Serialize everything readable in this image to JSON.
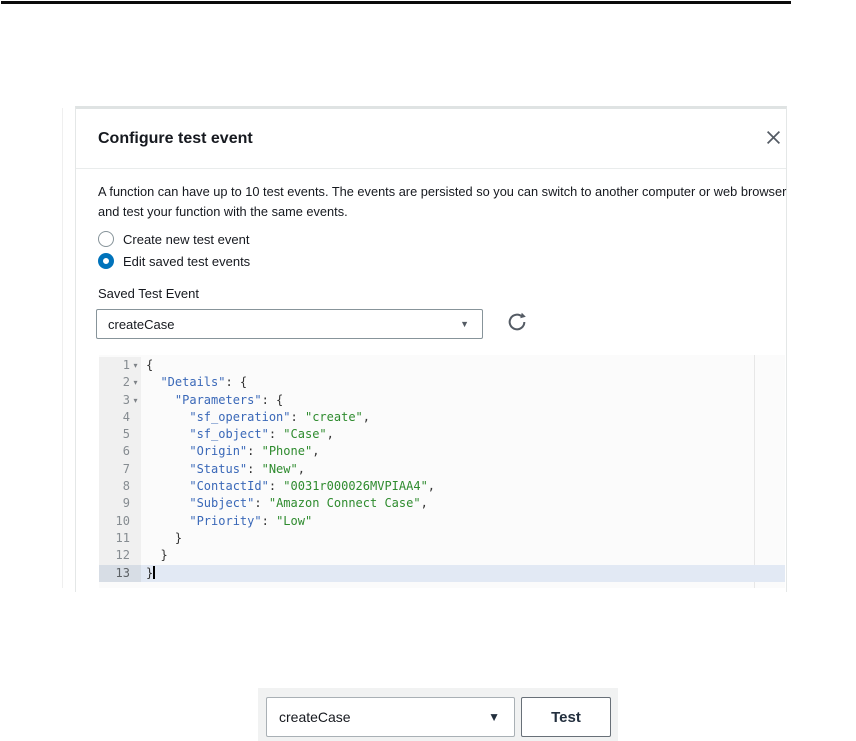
{
  "dialog": {
    "title": "Configure test event",
    "description_lines": [
      "A function can have up to 10 test events. The events are persisted so you can switch to another computer or web browser",
      "and test your function with the same events."
    ],
    "radio_options": [
      {
        "label": "Create new test event",
        "selected": false
      },
      {
        "label": "Edit saved test events",
        "selected": true
      }
    ],
    "saved_event_label": "Saved Test Event",
    "saved_event_select": {
      "value": "createCase"
    },
    "icons": {
      "close": "✕",
      "dropdown": "▼",
      "refresh": "circular-arrow",
      "fold": "▾"
    },
    "editor": {
      "colors": {
        "key": "#3a68b8",
        "string": "#2e8b2e",
        "punct": "#333333"
      },
      "active_line": 13,
      "folded_lines": [
        1,
        2,
        3
      ],
      "fold_icon": "▾",
      "lines": [
        {
          "segments": [
            [
              "p",
              "{"
            ]
          ]
        },
        {
          "segments": [
            [
              "p",
              "  "
            ],
            [
              "k",
              "\"Details\""
            ],
            [
              "p",
              ": {"
            ]
          ]
        },
        {
          "segments": [
            [
              "p",
              "    "
            ],
            [
              "k",
              "\"Parameters\""
            ],
            [
              "p",
              ": {"
            ]
          ]
        },
        {
          "segments": [
            [
              "p",
              "      "
            ],
            [
              "k",
              "\"sf_operation\""
            ],
            [
              "p",
              ": "
            ],
            [
              "v",
              "\"create\""
            ],
            [
              "p",
              ","
            ]
          ]
        },
        {
          "segments": [
            [
              "p",
              "      "
            ],
            [
              "k",
              "\"sf_object\""
            ],
            [
              "p",
              ": "
            ],
            [
              "v",
              "\"Case\""
            ],
            [
              "p",
              ","
            ]
          ]
        },
        {
          "segments": [
            [
              "p",
              "      "
            ],
            [
              "k",
              "\"Origin\""
            ],
            [
              "p",
              ": "
            ],
            [
              "v",
              "\"Phone\""
            ],
            [
              "p",
              ","
            ]
          ]
        },
        {
          "segments": [
            [
              "p",
              "      "
            ],
            [
              "k",
              "\"Status\""
            ],
            [
              "p",
              ": "
            ],
            [
              "v",
              "\"New\""
            ],
            [
              "p",
              ","
            ]
          ]
        },
        {
          "segments": [
            [
              "p",
              "      "
            ],
            [
              "k",
              "\"ContactId\""
            ],
            [
              "p",
              ": "
            ],
            [
              "v",
              "\"0031r000026MVPIAA4\""
            ],
            [
              "p",
              ","
            ]
          ]
        },
        {
          "segments": [
            [
              "p",
              "      "
            ],
            [
              "k",
              "\"Subject\""
            ],
            [
              "p",
              ": "
            ],
            [
              "v",
              "\"Amazon Connect Case\""
            ],
            [
              "p",
              ","
            ]
          ]
        },
        {
          "segments": [
            [
              "p",
              "      "
            ],
            [
              "k",
              "\"Priority\""
            ],
            [
              "p",
              ": "
            ],
            [
              "v",
              "\"Low\""
            ]
          ]
        },
        {
          "segments": [
            [
              "p",
              "    }"
            ]
          ]
        },
        {
          "segments": [
            [
              "p",
              "  }"
            ]
          ]
        },
        {
          "segments": [
            [
              "p",
              "}"
            ]
          ]
        }
      ]
    }
  },
  "footer_toolbar": {
    "event_select_value": "createCase",
    "test_button_label": "Test"
  }
}
